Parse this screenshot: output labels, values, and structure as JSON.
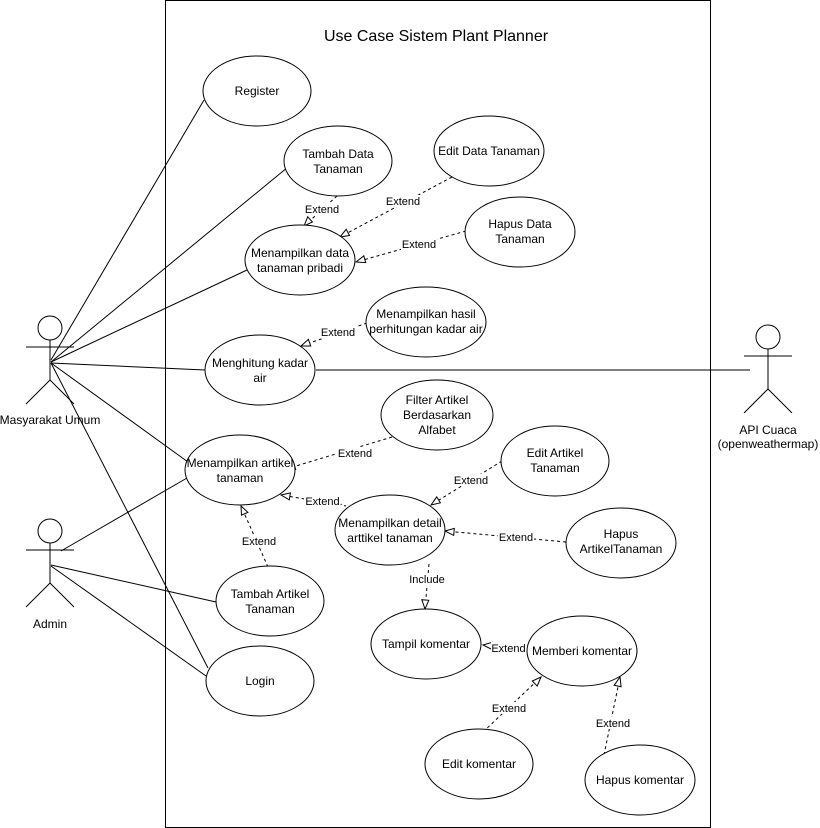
{
  "title": "Use Case Sistem Plant Planner",
  "actors": {
    "masyarakat": {
      "label": "Masyarakat Umum"
    },
    "admin": {
      "label": "Admin"
    },
    "api": {
      "label_line1": "API Cuaca",
      "label_line2": "(openweathermap)"
    }
  },
  "use_cases": {
    "register": [
      "Register"
    ],
    "tambah_data": [
      "Tambah Data",
      "Tanaman"
    ],
    "edit_data": [
      "Edit Data Tanaman"
    ],
    "tampil_data": [
      "Menampilkan data",
      "tanaman pribadi"
    ],
    "hapus_data": [
      "Hapus Data",
      "Tanaman"
    ],
    "hasil_hitung": [
      "Menampilkan hasil",
      "perhitungan kadar air"
    ],
    "hitung": [
      "Menghitung kadar",
      "air"
    ],
    "filter": [
      "Filter Artikel",
      "Berdasarkan",
      "Alfabet"
    ],
    "tampil_artikel": [
      "Menampilkan artikel",
      "tanaman"
    ],
    "edit_artikel": [
      "Edit Artikel",
      "Tanaman"
    ],
    "detail_artikel": [
      "Menampilkan detail",
      "arttikel tanaman"
    ],
    "hapus_artikel": [
      "Hapus",
      "ArtikelTanaman"
    ],
    "tambah_artikel": [
      "Tambah Artikel",
      "Tanaman"
    ],
    "tampil_komentar": [
      "Tampil komentar"
    ],
    "beri_komentar": [
      "Memberi komentar"
    ],
    "login": [
      "Login"
    ],
    "edit_komentar": [
      "Edit komentar"
    ],
    "hapus_komentar": [
      "Hapus komentar"
    ]
  },
  "relations": {
    "extend": "Extend",
    "extend_dot": "Extend.",
    "include": "Include"
  }
}
